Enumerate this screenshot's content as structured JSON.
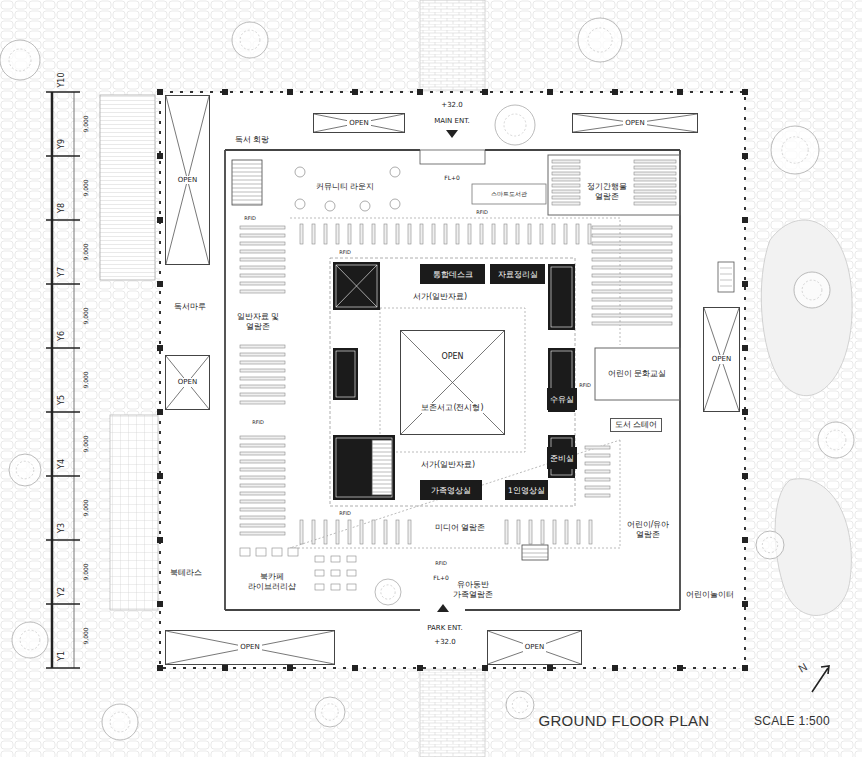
{
  "diagram": {
    "title": "GROUND FLOOR PLAN",
    "nodes": [
      {
        "text": [
          "OPEN"
        ]
      },
      {
        "text": [
          "OPEN"
        ]
      },
      {
        "text": [
          "OPEN"
        ]
      },
      {
        "text": [
          "독서 회랑"
        ]
      },
      {
        "text": [
          "커뮤니티 라운지"
        ]
      },
      {
        "text": [
          "스마트도서관"
        ]
      },
      {
        "text": [
          "정기간행물 열람존"
        ]
      },
      {
        "text": [
          "통합데스크"
        ]
      },
      {
        "text": [
          "자료정리실"
        ]
      },
      {
        "text": [
          "서가(일반자료)"
        ]
      },
      {
        "text": [
          "독서마루"
        ]
      },
      {
        "text": [
          "일반자료 및 열람존"
        ]
      },
      {
        "text": [
          "OPEN"
        ]
      },
      {
        "text": [
          "OPEN",
          "보존서고(전시형)"
        ]
      },
      {
        "text": [
          "OPEN"
        ]
      },
      {
        "text": [
          "어린이 문화교실"
        ]
      },
      {
        "text": [
          "수유실"
        ]
      },
      {
        "text": [
          "도서 스테어"
        ]
      },
      {
        "text": [
          "서가(일반자료)"
        ]
      },
      {
        "text": [
          "준비실"
        ]
      },
      {
        "text": [
          "가족영상실"
        ]
      },
      {
        "text": [
          "1인영상실"
        ]
      },
      {
        "text": [
          "미디어 열람존"
        ]
      },
      {
        "text": [
          "어린이/유아 열람존"
        ]
      },
      {
        "text": [
          "북테라스"
        ]
      },
      {
        "text": [
          "북카페 라이브러리샵"
        ]
      },
      {
        "text": [
          "유아동반 가족열람존"
        ]
      },
      {
        "text": [
          "어린이놀이터"
        ]
      },
      {
        "text": [
          "OPEN"
        ]
      },
      {
        "text": [
          "OPEN"
        ]
      }
    ],
    "labels": [
      "Y10",
      "9,000",
      "Y9",
      "9,000",
      "Y8",
      "9,000",
      "Y7",
      "9,000",
      "Y6",
      "9,000",
      "Y5",
      "9,000",
      "Y4",
      "9,000",
      "Y3",
      "9,000",
      "Y2",
      "9,000",
      "Y1",
      "+32.0",
      "MAIN ENT.",
      "FL+0",
      "RFID",
      "RFID",
      "RFID",
      "RFID",
      "RFID",
      "RFID",
      "RFID",
      "FL+0",
      "PARK ENT.",
      "+32.0",
      "SCALE 1:500",
      "N"
    ]
  }
}
